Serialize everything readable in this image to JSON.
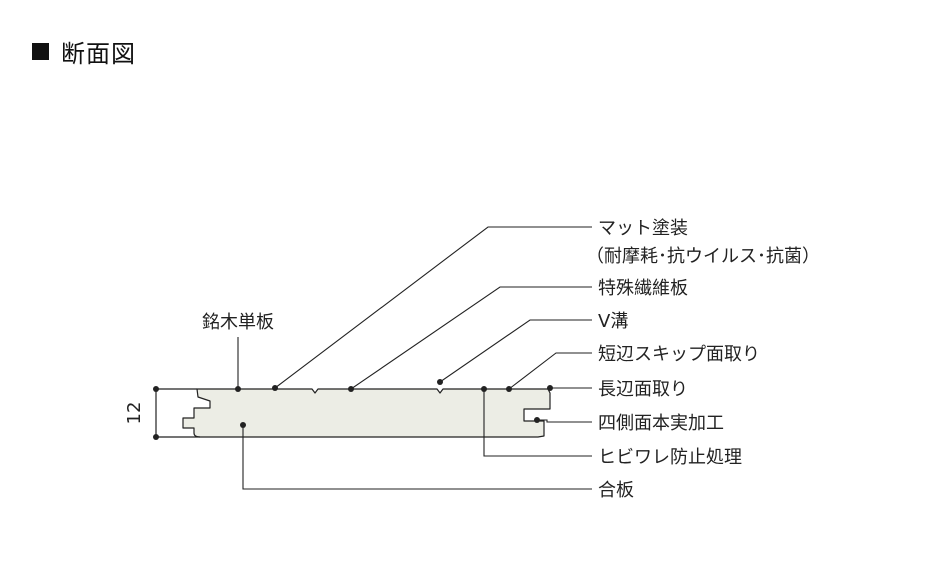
{
  "heading": "断面図",
  "colors": {
    "board_fill": "#ECEDE5",
    "line": "#222222"
  },
  "thickness_label": "12",
  "labels": {
    "matte_coating": "マット塗装",
    "matte_coating_sub": "（耐摩耗･抗ウイルス･抗菌）",
    "special_fiberboard": "特殊繊維板",
    "v_groove": "V溝",
    "short_edge_chamfer": "短辺スキップ面取り",
    "long_edge_chamfer": "長辺面取り",
    "four_side_tongue_groove": "四側面本実加工",
    "crack_prevention": "ヒビワレ防止処理",
    "plywood": "合板",
    "veneer": "銘木単板"
  }
}
